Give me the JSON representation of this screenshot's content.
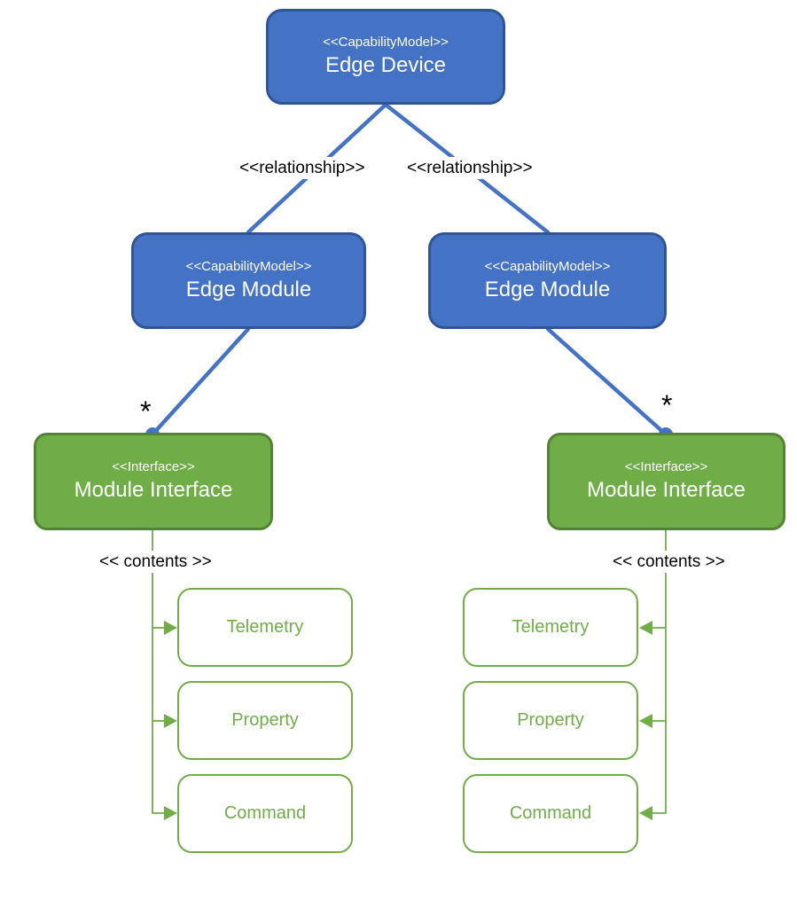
{
  "colors": {
    "blue_fill": "#4472C4",
    "blue_border": "#2F5597",
    "green_fill": "#6FAE47",
    "green_border": "#548235",
    "connector_green": "#70AD47",
    "child_text": "#70AD47",
    "label_text": "#000000"
  },
  "nodes": {
    "edge_device": {
      "stereotype": "<<CapabilityModel>>",
      "name": "Edge Device"
    },
    "edge_module_left": {
      "stereotype": "<<CapabilityModel>>",
      "name": "Edge Module"
    },
    "edge_module_right": {
      "stereotype": "<<CapabilityModel>>",
      "name": "Edge Module"
    },
    "module_interface_left": {
      "stereotype": "<<Interface>>",
      "name": "Module Interface"
    },
    "module_interface_right": {
      "stereotype": "<<Interface>>",
      "name": "Module Interface"
    }
  },
  "children_left": [
    "Telemetry",
    "Property",
    "Command"
  ],
  "children_right": [
    "Telemetry",
    "Property",
    "Command"
  ],
  "edge_labels": {
    "relationship_left": "<<relationship>>",
    "relationship_right": "<<relationship>>",
    "contents_left": "<< contents >>",
    "contents_right": "<< contents >>",
    "multiplicity_left": "*",
    "multiplicity_right": "*"
  }
}
